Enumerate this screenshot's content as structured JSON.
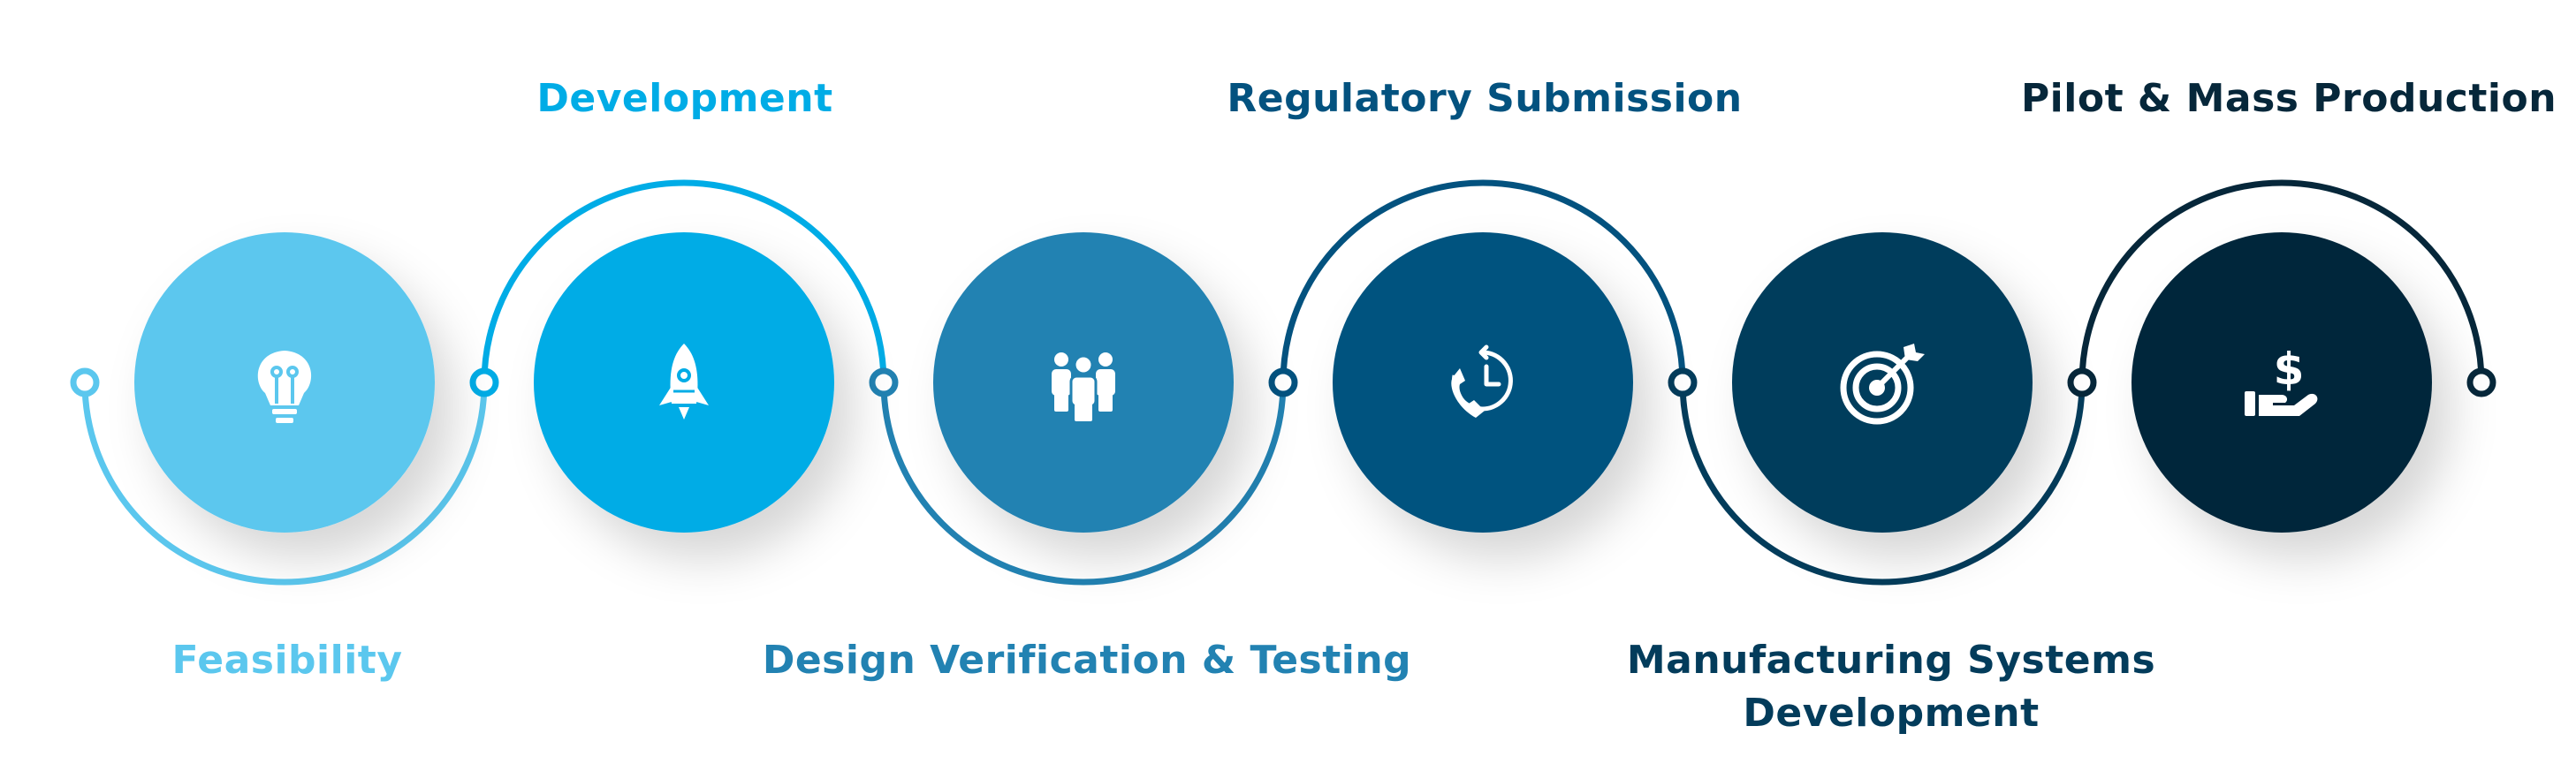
{
  "stages": [
    {
      "label": "Feasibility",
      "icon": "lightbulb-icon",
      "color": "#5BC7EE",
      "label_position": "bottom"
    },
    {
      "label": "Development",
      "icon": "rocket-icon",
      "color": "#00ACE6",
      "label_position": "top"
    },
    {
      "label": "Design Verification & Testing",
      "icon": "team-icon",
      "color": "#2282B2",
      "label_position": "bottom"
    },
    {
      "label": "Regulatory Submission",
      "icon": "phone-clock-icon",
      "color": "#03527F",
      "label_position": "top"
    },
    {
      "label": "Manufacturing Systems Development",
      "icon": "target-icon",
      "color": "#033C5B",
      "label_position": "bottom"
    },
    {
      "label": "Pilot & Mass Production",
      "icon": "money-hand-icon",
      "color": "#06273A",
      "label_position": "top"
    }
  ],
  "colors": {
    "background": "#FFFFFF",
    "icon": "#FFFFFF"
  }
}
